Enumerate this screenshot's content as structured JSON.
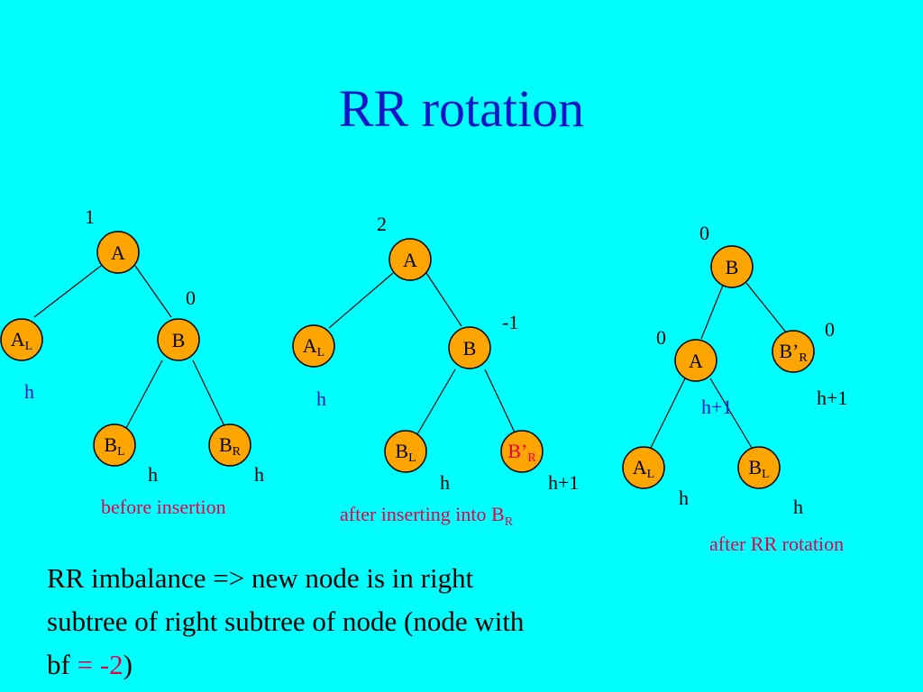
{
  "title": "RR rotation",
  "colors": {
    "background": "#00ffff",
    "node_fill": "#ffa500",
    "title_blue": "#1414c8",
    "label_blue": "#1414c8",
    "caption_red": "#e8004a"
  },
  "diagram1": {
    "caption": "before insertion",
    "bf_A": "1",
    "bf_B": "0",
    "node_A": "A",
    "node_AL": "A",
    "node_AL_sub": "L",
    "node_B": "B",
    "node_BL": "B",
    "node_BL_sub": "L",
    "node_BR": "B",
    "node_BR_sub": "R",
    "h_AL": "h",
    "h_BL": "h",
    "h_BR": "h"
  },
  "diagram2": {
    "caption": "after inserting into B",
    "caption_sub": "R",
    "bf_A": "2",
    "bf_B": "-1",
    "node_A": "A",
    "node_AL": "A",
    "node_AL_sub": "L",
    "node_B": "B",
    "node_BL": "B",
    "node_BL_sub": "L",
    "node_BR": "B’",
    "node_BR_sub": "R",
    "h_AL": "h",
    "h_BL": "h",
    "h_BR": "h+1"
  },
  "diagram3": {
    "caption": "after RR rotation",
    "bf_B": "0",
    "bf_A": "0",
    "bf_BR": "0",
    "node_B": "B",
    "node_A": "A",
    "node_BR": "B’",
    "node_BR_sub": "R",
    "node_AL": "A",
    "node_AL_sub": "L",
    "node_BL": "B",
    "node_BL_sub": "L",
    "h_A": "h+1",
    "h_BR": "h+1",
    "h_AL": "h",
    "h_BL": "h"
  },
  "summary": {
    "text": "RR imbalance => new node is in right subtree of right subtree of node (node with bf ",
    "highlight": "= -2",
    "end": ")"
  }
}
